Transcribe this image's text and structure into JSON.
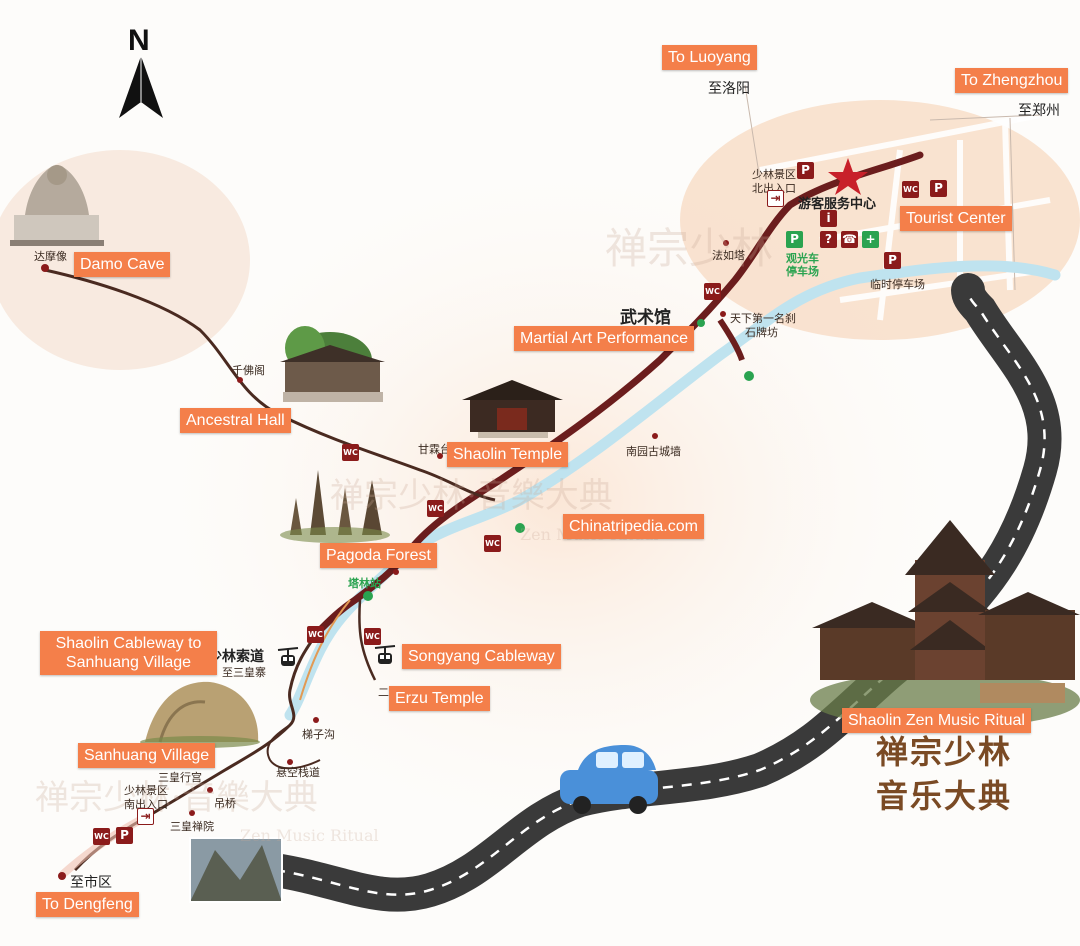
{
  "compass": {
    "letter": "N"
  },
  "labels": {
    "to_luoyang": "To Luoyang",
    "to_zhengzhou": "To Zhengzhou",
    "tourist_center": "Tourist Center",
    "damo_cave": "Damo Cave",
    "martial_art": "Martial Art Performance",
    "ancestral_hall": "Ancestral Hall",
    "shaolin_temple": "Shaolin Temple",
    "chinatripedia": "Chinatripedia.com",
    "pagoda_forest": "Pagoda Forest",
    "shaolin_cableway": "Shaolin Cableway to Sanhuang Village",
    "songyang_cableway": "Songyang Cableway",
    "erzu_temple": "Erzu Temple",
    "sanhuang_village": "Sanhuang Village",
    "zen_music": "Shaolin Zen Music Ritual",
    "to_dengfeng": "To Dengfeng"
  },
  "chinese": {
    "zhi_luoyang": "至洛阳",
    "zhi_zhengzhou": "至郑州",
    "north_exit_1": "少林景区",
    "north_exit_2": "北出入口",
    "visitor_center": "游客服务中心",
    "fa_ru_ta": "法如塔",
    "sightseeing_1": "观光车",
    "sightseeing_2": "停车场",
    "temp_parking": "临时停车场",
    "wushu_guan": "武术馆",
    "memorial_1": "天下第一名刹",
    "memorial_2": "石牌坊",
    "damo_xiang": "达摩像",
    "qianfo_ge": "千佛阁",
    "ganlin": "甘霖台",
    "nanyuan": "南园古城墙",
    "talin_zhan": "塔林站",
    "cableway_name": "少林索道",
    "cableway_dest": "至三皇寨",
    "er": "二",
    "tizi_gou": "梯子沟",
    "xuankong": "悬空栈道",
    "sanhuang_xinggong": "三皇行宫",
    "south_exit_1": "少林景区",
    "south_exit_2": "南出入口",
    "diaoqiao": "吊桥",
    "sanhuang_chanyuan": "三皇禅院",
    "zhi_shiqu": "至市区",
    "zen_title_1": "禅宗少林",
    "zen_title_2": "音乐大典"
  },
  "watermarks": {
    "top": "禅宗少林",
    "middle": "禅宗少林·音樂大典",
    "bottom": "禅宗少林·音樂大典",
    "en_mid": "Zen Music Ritual",
    "en_bottom": "Zen Music Ritual"
  },
  "legend_icons": {
    "parking": "P",
    "info": "i",
    "question": "?",
    "phone": "☎",
    "first_aid": "+",
    "exit": "⇥",
    "toilet": "WC"
  },
  "colors": {
    "label_bg": "#f47f4a",
    "main_road": "#6b1d1d",
    "river": "#bfe3ef",
    "highway": "#3a3a3a",
    "poi_red": "#8b1b1b",
    "poi_green": "#2aa350"
  }
}
